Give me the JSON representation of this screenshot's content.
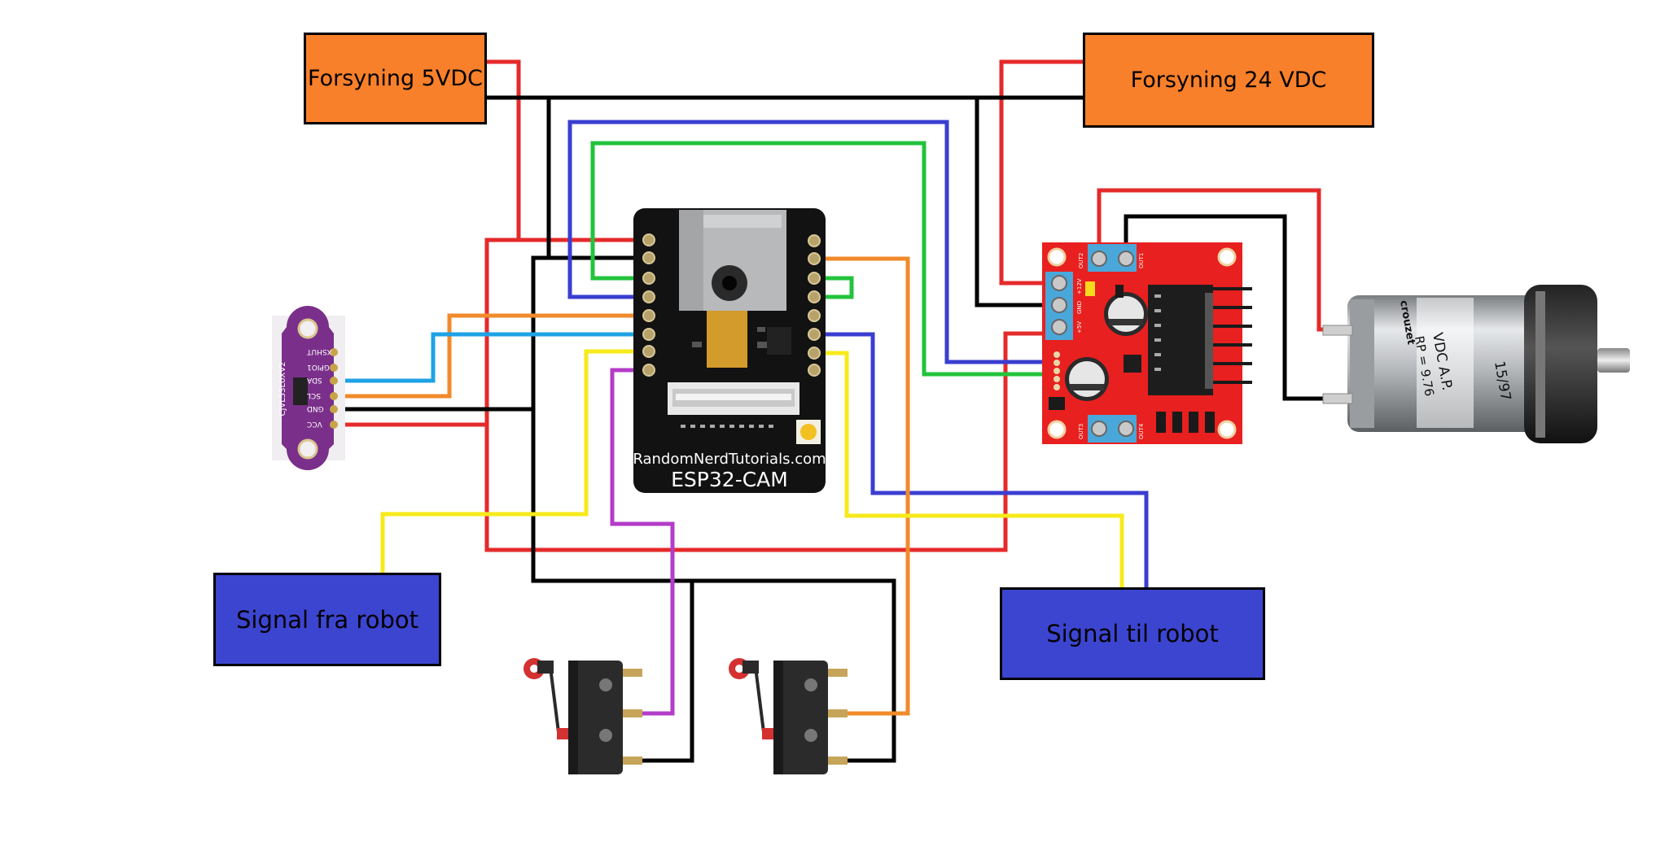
{
  "labels": {
    "supply_5v": "Forsyning 5VDC",
    "supply_24v": "Forsyning 24 VDC",
    "signal_from_robot": "Signal fra robot",
    "signal_to_robot": "Signal til robot"
  },
  "esp32": {
    "site": "RandomNerdTutorials.com",
    "name": "ESP32-CAM"
  },
  "sensor": {
    "name": "CJVL53L0XV2",
    "pins": [
      "XSHUT",
      "GPIO1",
      "SDA",
      "SCL",
      "GND",
      "VCC"
    ]
  },
  "driver": {
    "out_labels": [
      "OUT2",
      "OUT1",
      "OUT3",
      "OUT4"
    ],
    "power_labels": [
      "+12V",
      "GND",
      "+5V"
    ]
  },
  "motor": {
    "brand": "crouzet",
    "line1": "VDC A.P.",
    "line2": "RP = 9.76",
    "line3": "15/97"
  },
  "colors": {
    "power": "#e52a2a",
    "ground": "#000000",
    "blue_wire": "#3a3ed0",
    "green_wire": "#22c33c",
    "orange_wire": "#f08a2a",
    "cyan_wire": "#1ea2e6",
    "yellow_wire": "#f7ea1a",
    "purple_wire": "#b43cc8",
    "box_orange": "#f9802a",
    "box_blue": "#3c45d0"
  }
}
